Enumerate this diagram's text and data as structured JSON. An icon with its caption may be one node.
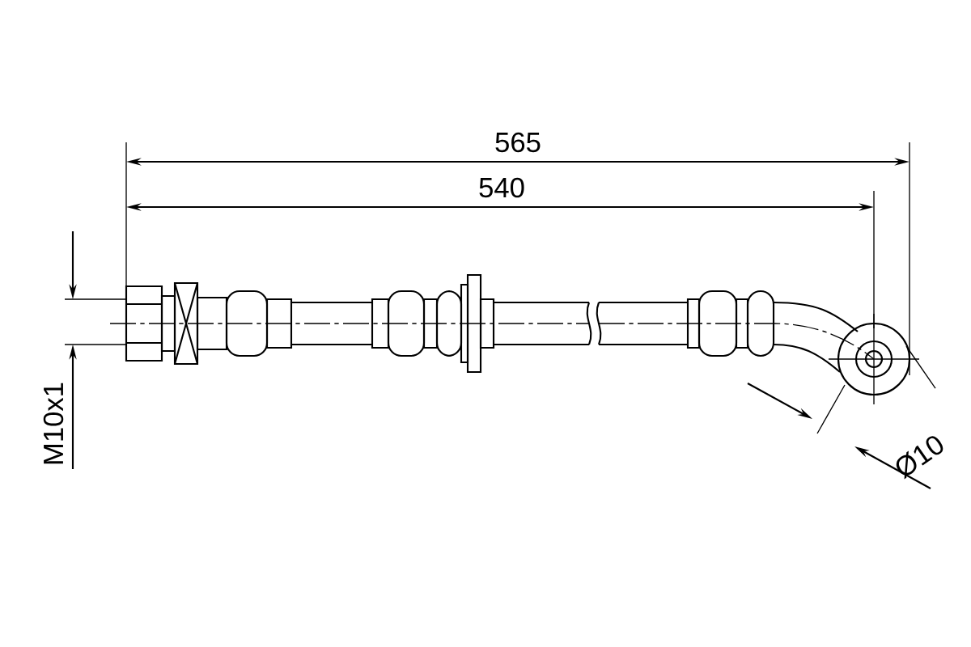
{
  "diagram": {
    "labels": [
      "565",
      "540",
      "M10x1",
      "Ø10"
    ]
  }
}
